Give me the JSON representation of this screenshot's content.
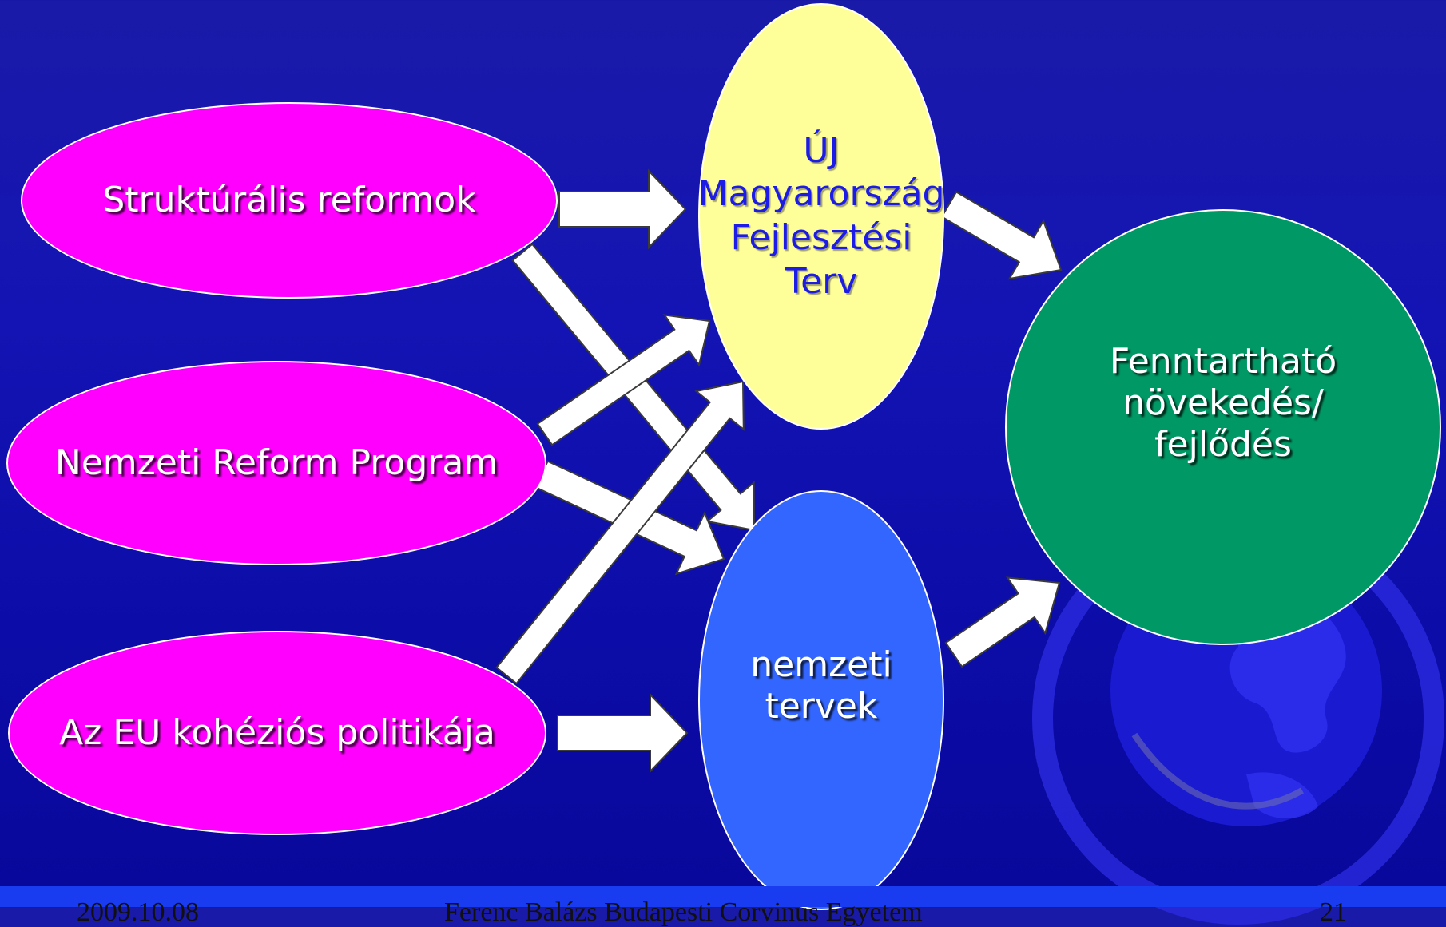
{
  "diagram": {
    "sources": [
      {
        "id": "strukturalis",
        "label": "Struktúrális reformok"
      },
      {
        "id": "nrp",
        "label": "Nemzeti Reform Program"
      },
      {
        "id": "eu",
        "label": "Az EU kohéziós politikája"
      }
    ],
    "plans": [
      {
        "id": "umft",
        "label": "ÚJ\nMagyarország\nFejlesztési\nTerv"
      },
      {
        "id": "nemzeti",
        "label": "nemzeti\ntervek"
      }
    ],
    "goal": {
      "id": "goal",
      "label": "Fenntartható\nnövekedés/\nfejlődés"
    },
    "arrows": [
      {
        "from": "strukturalis",
        "to": "umft"
      },
      {
        "from": "strukturalis",
        "to": "nemzeti"
      },
      {
        "from": "nrp",
        "to": "umft"
      },
      {
        "from": "nrp",
        "to": "nemzeti"
      },
      {
        "from": "eu",
        "to": "umft"
      },
      {
        "from": "eu",
        "to": "nemzeti"
      },
      {
        "from": "umft",
        "to": "goal"
      },
      {
        "from": "nemzeti",
        "to": "goal"
      }
    ]
  },
  "colors": {
    "source_fill": "#ff00ff",
    "umft_fill": "#ffff99",
    "umft_text": "#1c1ce6",
    "nemzeti_fill": "#3366ff",
    "goal_fill": "#009966",
    "arrow_fill": "#ffffff",
    "globe": "#1a1ad0"
  },
  "footer": {
    "date": "2009.10.08",
    "author": "Ferenc Balázs Budapesti Corvinus Egyetem",
    "page": "21"
  }
}
